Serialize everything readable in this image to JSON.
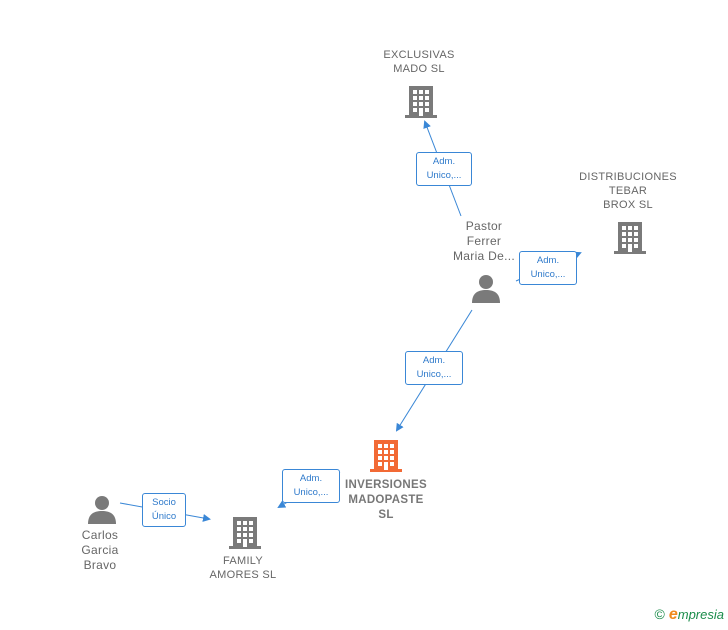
{
  "diagram": {
    "nodes": {
      "exclusivas": {
        "label": "EXCLUSIVAS\nMADO  SL",
        "type": "company"
      },
      "distribuciones": {
        "label": "DISTRIBUCIONES\nTEBAR\nBROX  SL",
        "type": "company"
      },
      "pastor": {
        "label": "Pastor\nFerrer\nMaria De...",
        "type": "person"
      },
      "inversiones": {
        "label": "INVERSIONES\nMADOPASTE\nSL",
        "type": "company-main"
      },
      "family": {
        "label": "FAMILY\nAMORES  SL",
        "type": "company"
      },
      "carlos": {
        "label": "Carlos\nGarcia\nBravo",
        "type": "person"
      }
    },
    "edges": {
      "pastor_exclusivas": "Adm.\nUnico,...",
      "pastor_distribuciones": "Adm.\nUnico,...",
      "pastor_inversiones": "Adm.\nUnico,...",
      "inversiones_family": "Adm.\nUnico,...",
      "carlos_family": "Socio\nÚnico"
    },
    "colors": {
      "company_icon": "#7a7a7a",
      "main_company_icon": "#f26a35",
      "edge": "#3a87d6"
    }
  },
  "brand": {
    "copyright": "©",
    "name_initial": "e",
    "name_rest": "mpresia"
  }
}
